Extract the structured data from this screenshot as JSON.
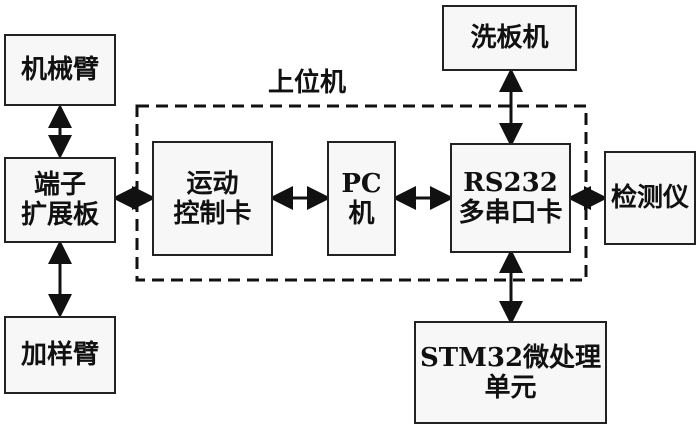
{
  "group": {
    "label": "上位机"
  },
  "nodes": {
    "arm": "机械臂",
    "terminal_line1": "端子",
    "terminal_line2": "扩展板",
    "sample_arm": "加样臂",
    "motion_line1": "运动",
    "motion_line2": "控制卡",
    "pc": "PC机",
    "rs232_line1": "RS232",
    "rs232_line2": "多串口卡",
    "washer": "洗板机",
    "detector": "检测仪",
    "stm32_line1": "STM32微处理",
    "stm32_line2": "单元"
  },
  "connections": [
    {
      "from": "机械臂",
      "to": "端子扩展板",
      "type": "bidirectional"
    },
    {
      "from": "加样臂",
      "to": "端子扩展板",
      "type": "bidirectional"
    },
    {
      "from": "端子扩展板",
      "to": "运动控制卡",
      "type": "bidirectional"
    },
    {
      "from": "运动控制卡",
      "to": "PC机",
      "type": "bidirectional"
    },
    {
      "from": "PC机",
      "to": "RS232多串口卡",
      "type": "bidirectional"
    },
    {
      "from": "RS232多串口卡",
      "to": "洗板机",
      "type": "bidirectional"
    },
    {
      "from": "RS232多串口卡",
      "to": "检测仪",
      "type": "bidirectional"
    },
    {
      "from": "RS232多串口卡",
      "to": "STM32微处理单元",
      "type": "bidirectional"
    }
  ]
}
